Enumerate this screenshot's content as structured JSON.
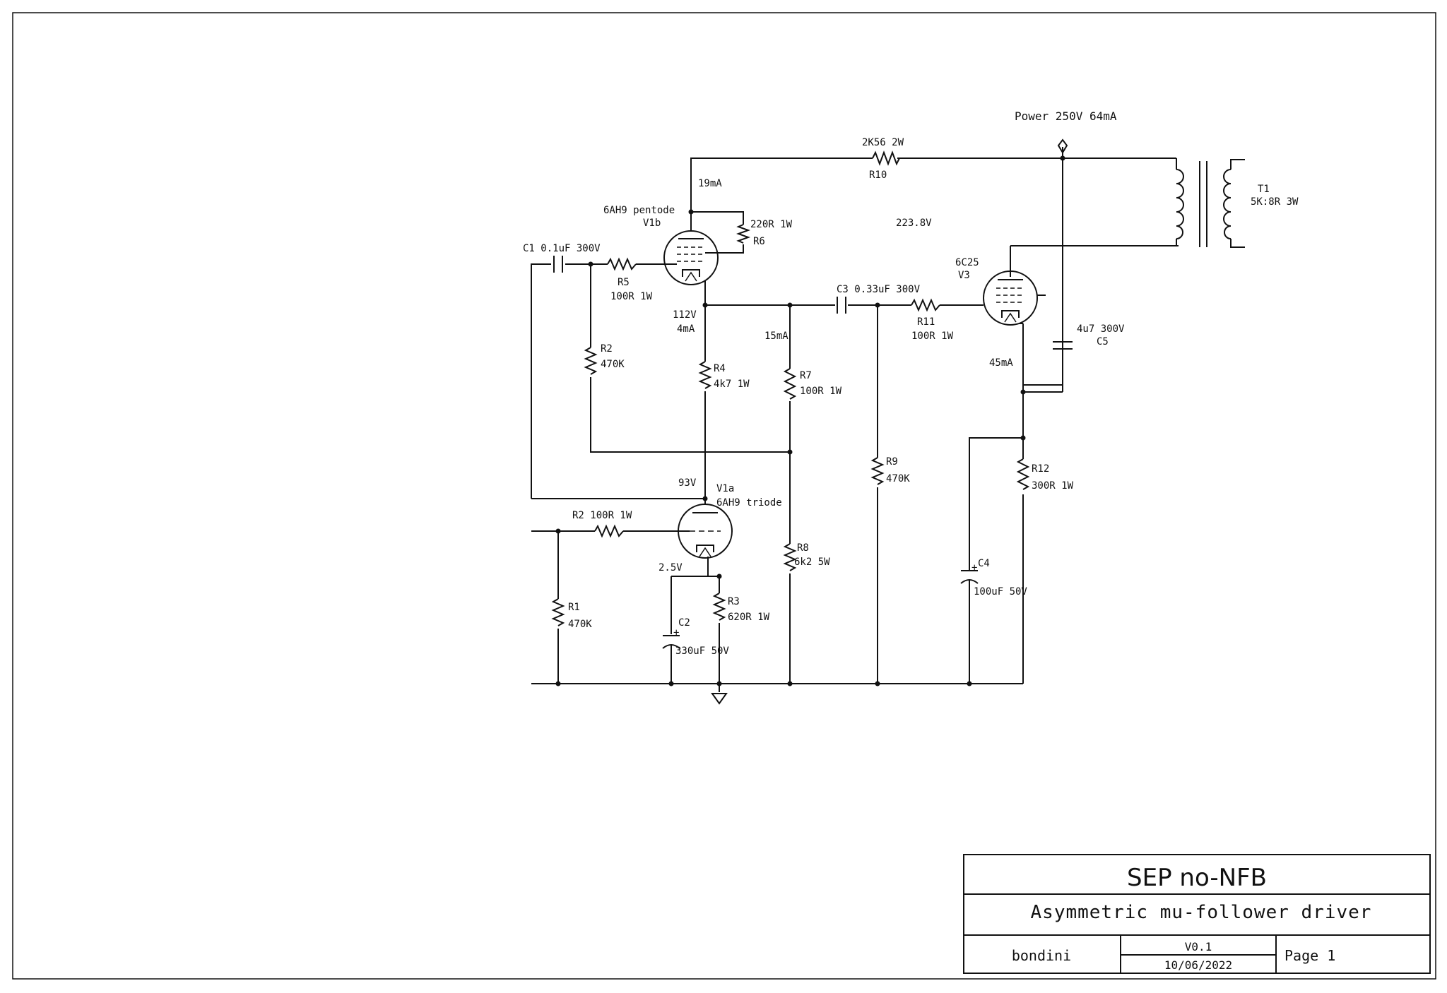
{
  "title_block": {
    "title": "SEP no-NFB",
    "subtitle": "Asymmetric mu-follower driver",
    "author": "bondini",
    "version": "V0.1",
    "date": "10/06/2022",
    "page": "Page 1"
  },
  "labels": {
    "power": "Power 250V  64mA",
    "r10_value": "2K56 2W",
    "r10_ref": "R10",
    "i_19ma": "19mA",
    "v1b_type": "6AH9 pentode",
    "v1b_ref": "V1b",
    "r6_value": "220R 1W",
    "r6_ref": "R6",
    "v_223": "223.8V",
    "t1_ref": "T1",
    "t1_value": "5K:8R 3W",
    "c1": "C1 0.1uF 300V",
    "r5_ref": "R5",
    "r5_value": "100R 1W",
    "v3_type": "6C25",
    "v3_ref": "V3",
    "c3": "C3 0.33uF 300V",
    "r11_ref": "R11",
    "r11_value": "100R 1W",
    "v_112": "112V",
    "i_4ma": "4mA",
    "i_15ma": "15mA",
    "c5_value": "4u7 300V",
    "c5_ref": "C5",
    "i_45ma": "45mA",
    "r2_ref": "R2",
    "r2_value": "470K",
    "r4_ref": "R4",
    "r4_value": "4k7 1W",
    "r7_ref": "R7",
    "r7_value": "100R 1W",
    "r9_ref": "R9",
    "r9_value": "470K",
    "r12_ref": "R12",
    "r12_value": "300R 1W",
    "v_93": "93V",
    "v1a_ref": "V1a",
    "v1a_type": "6AH9 triode",
    "r2_grid": "R2 100R 1W",
    "c4_ref": "C4",
    "c4_value": "100uF 50V",
    "r8_ref": "R8",
    "r8_value": "6k2 5W",
    "v_2_5": "2.5V",
    "r3_ref": "R3",
    "r3_value": "620R 1W",
    "r1_ref": "R1",
    "r1_value": "470K",
    "c2_ref": "C2",
    "c2_value": "330uF 50V"
  }
}
